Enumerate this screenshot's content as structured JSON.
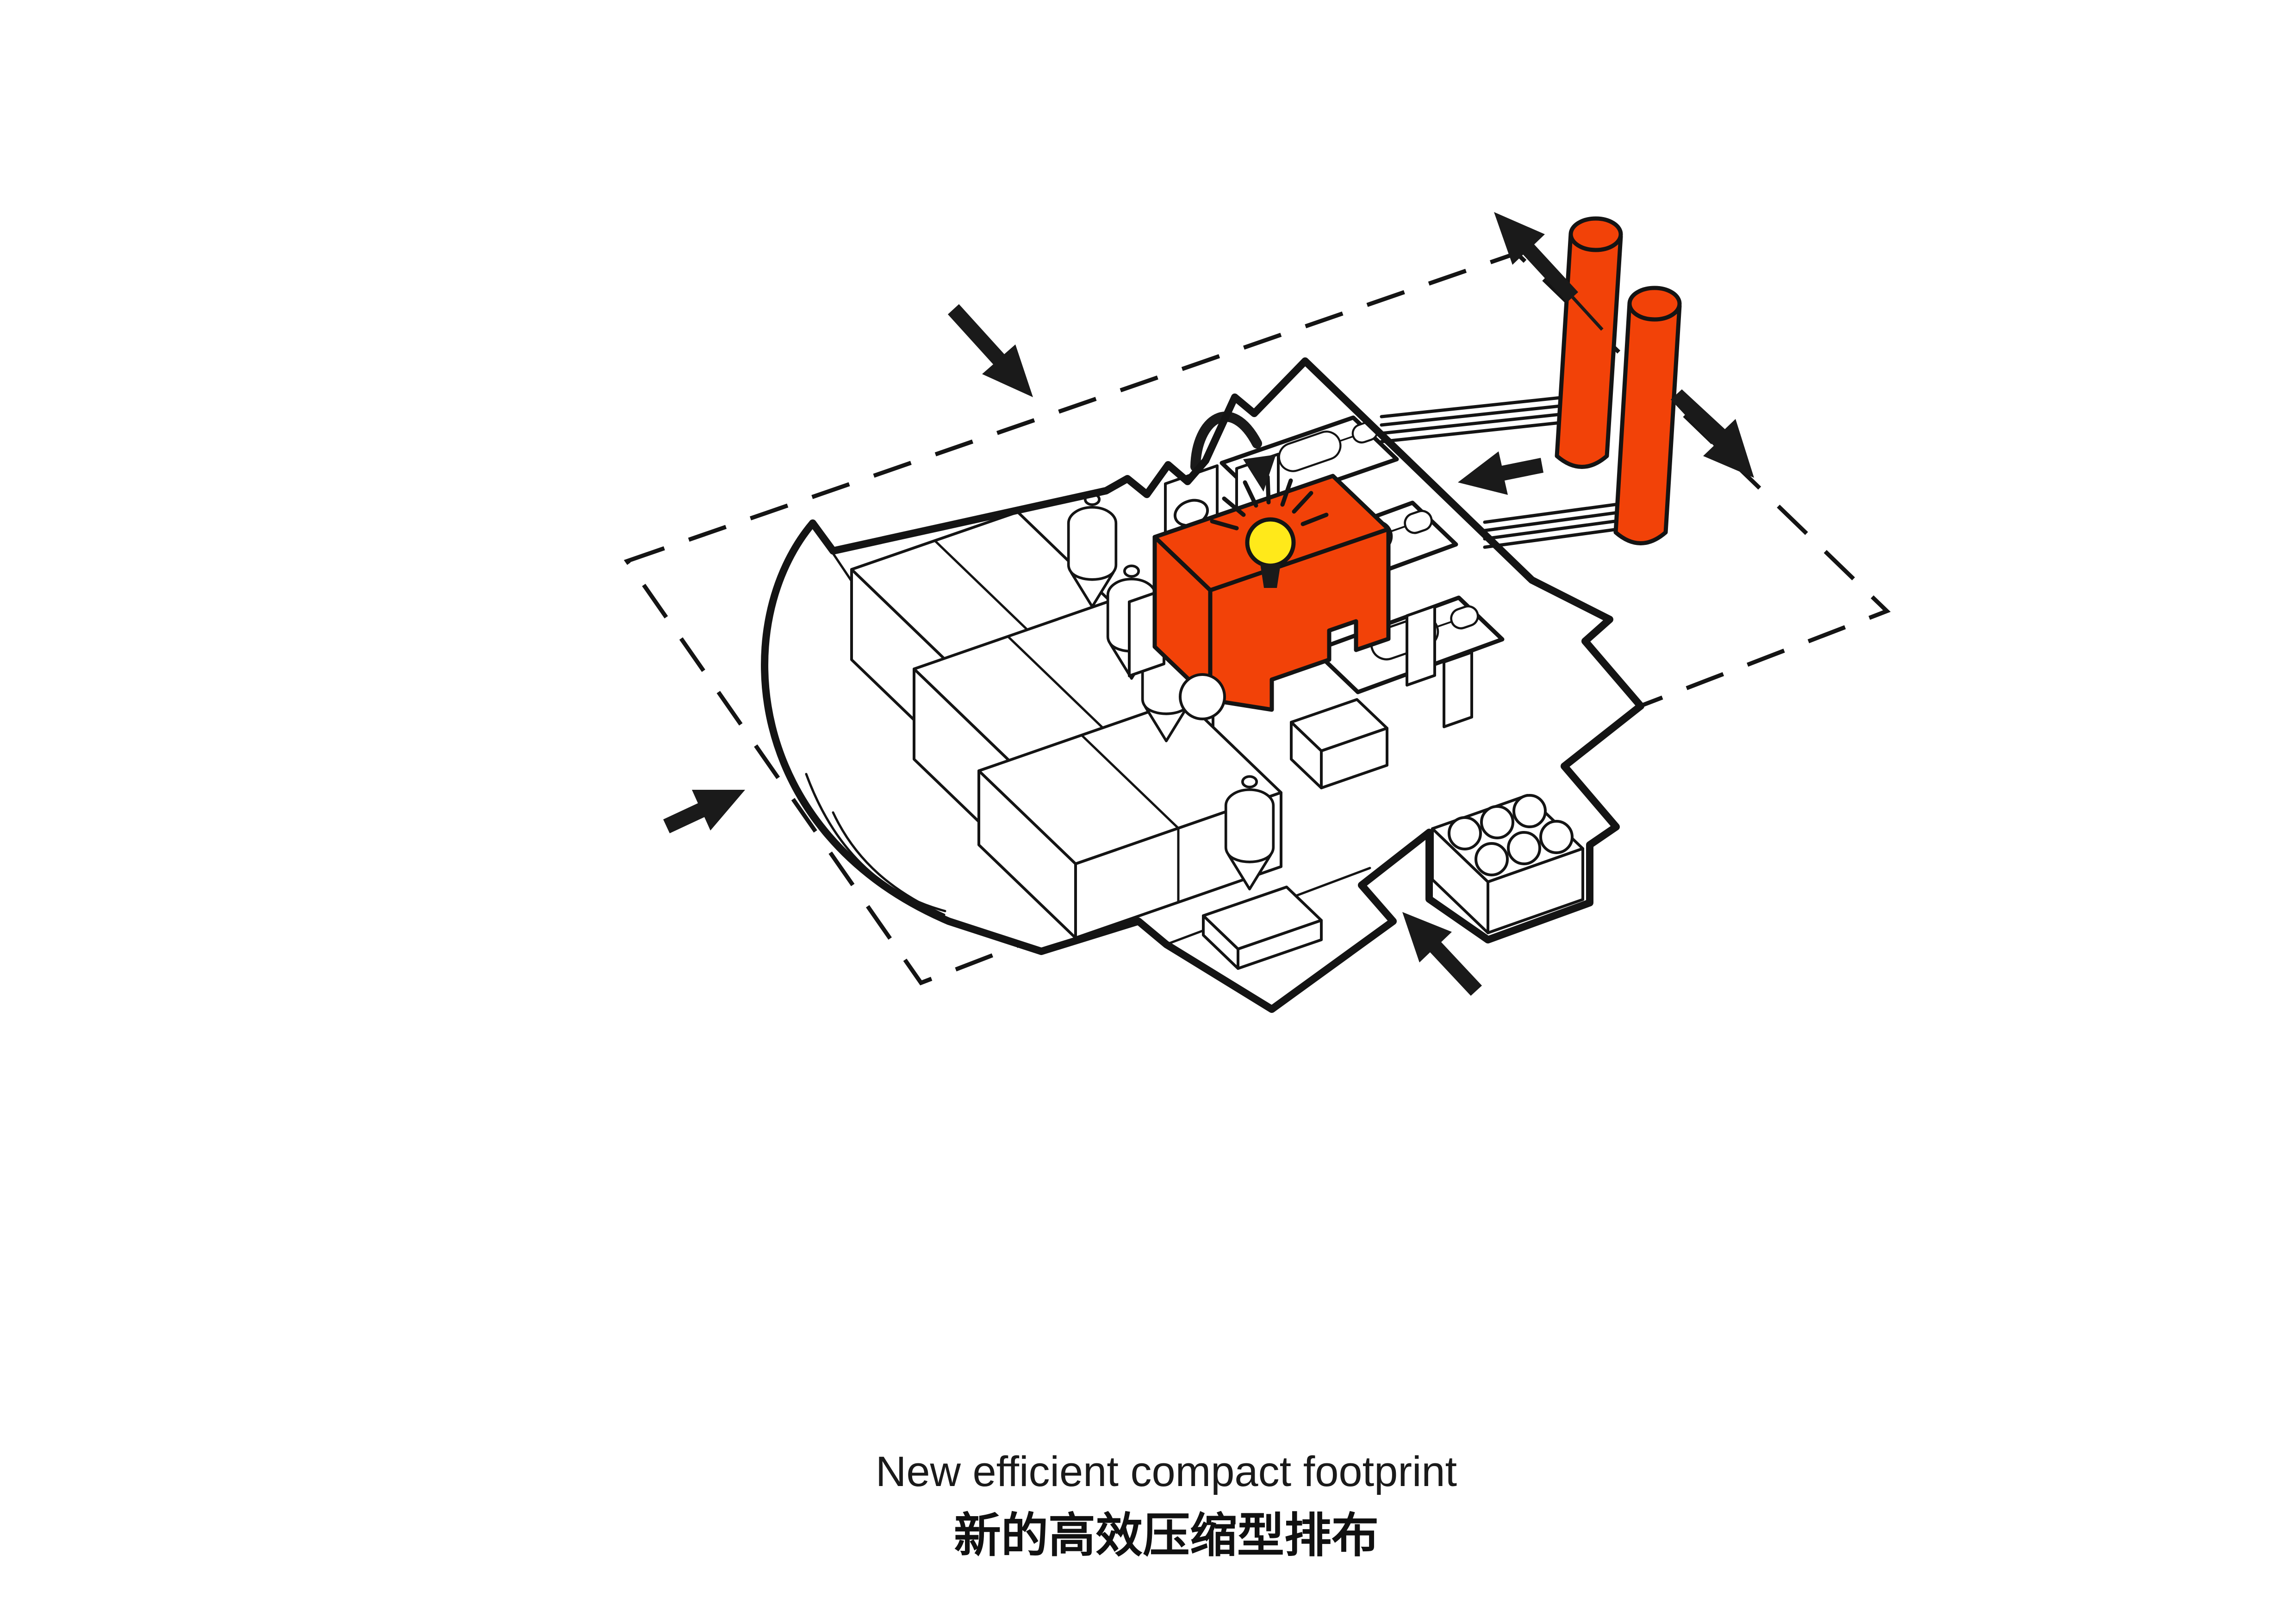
{
  "caption": {
    "line1": "New efficient compact footprint",
    "line2": "新的高效压缩型排布"
  },
  "colors": {
    "accent": "#F24208",
    "bulb": "#FFE91A",
    "ink": "#1a1a1a",
    "background": "#ffffff"
  },
  "diagram": {
    "type": "axonometric concept diagram",
    "boundary": "dashed parallelogram site footprint",
    "machine": {
      "style": "black-and-white isometric line drawing of compact process plant",
      "components": [
        "fan-shaped rotary platform",
        "stepped equipment blocks",
        "hopper tanks",
        "roller conveyor racks",
        "bottle crate",
        "platform slab",
        "exhaust pipe bundles"
      ]
    },
    "highlight_box": {
      "icon": "lightbulb",
      "meaning": "idea / highlighted unit",
      "color": "accent"
    },
    "chimneys": {
      "count": 2,
      "color": "accent"
    },
    "arrows": [
      {
        "name": "arrow-top-left",
        "direction": "down-right inward"
      },
      {
        "name": "arrow-top-right",
        "direction": "up-left outward"
      },
      {
        "name": "arrow-right",
        "direction": "down-right outward"
      },
      {
        "name": "arrow-mid-left",
        "direction": "left inward"
      },
      {
        "name": "arrow-bottom",
        "direction": "up-left inward"
      },
      {
        "name": "arrow-bottom-left",
        "direction": "up-right inward"
      },
      {
        "name": "arrow-curved-flip",
        "direction": "arc down onto highlight box"
      }
    ]
  }
}
